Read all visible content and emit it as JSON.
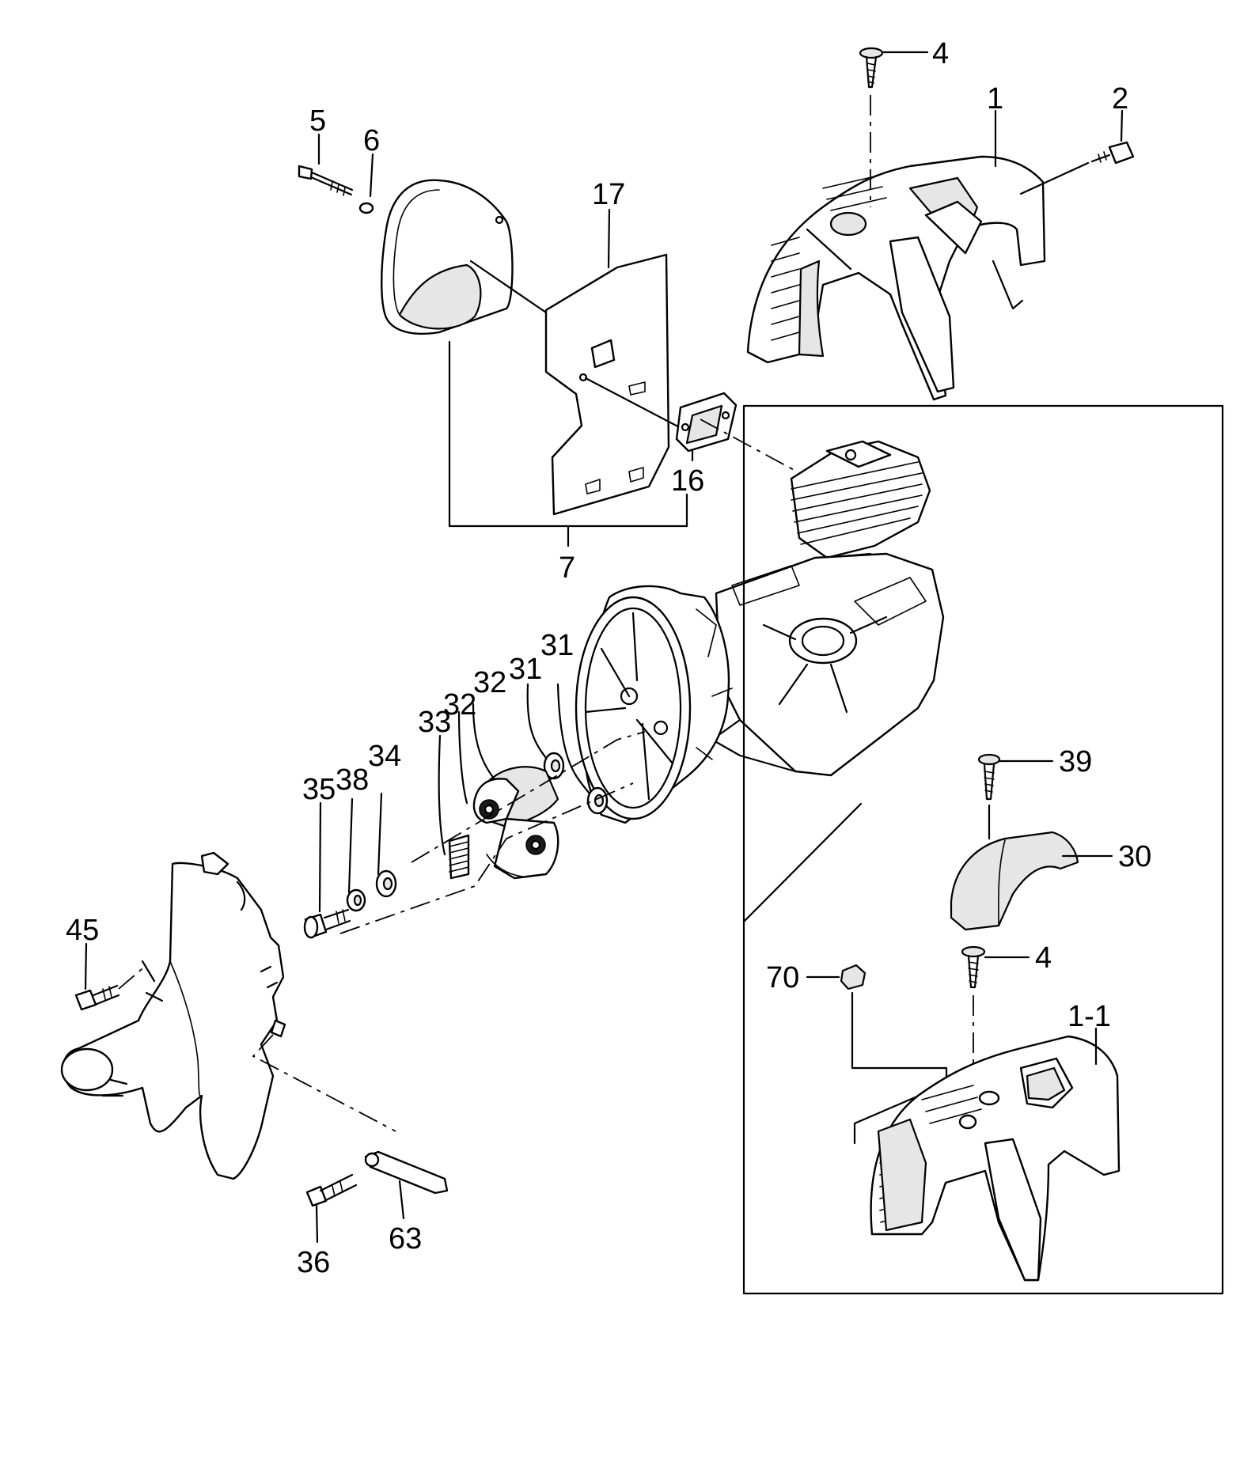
{
  "callouts": [
    {
      "id": "c1",
      "text": "1"
    },
    {
      "id": "c2",
      "text": "2"
    },
    {
      "id": "c4a",
      "text": "4"
    },
    {
      "id": "c5",
      "text": "5"
    },
    {
      "id": "c6",
      "text": "6"
    },
    {
      "id": "c7",
      "text": "7"
    },
    {
      "id": "c16",
      "text": "16"
    },
    {
      "id": "c17",
      "text": "17"
    },
    {
      "id": "c31a",
      "text": "31"
    },
    {
      "id": "c31b",
      "text": "31"
    },
    {
      "id": "c32a",
      "text": "32"
    },
    {
      "id": "c32b",
      "text": "32"
    },
    {
      "id": "c33",
      "text": "33"
    },
    {
      "id": "c34",
      "text": "34"
    },
    {
      "id": "c38",
      "text": "38"
    },
    {
      "id": "c35",
      "text": "35"
    },
    {
      "id": "c45",
      "text": "45"
    },
    {
      "id": "c36",
      "text": "36"
    },
    {
      "id": "c63",
      "text": "63"
    },
    {
      "id": "c39",
      "text": "39"
    },
    {
      "id": "c30",
      "text": "30"
    },
    {
      "id": "c70",
      "text": "70"
    },
    {
      "id": "c4b",
      "text": "4"
    },
    {
      "id": "c1-1",
      "text": "1-1"
    }
  ]
}
